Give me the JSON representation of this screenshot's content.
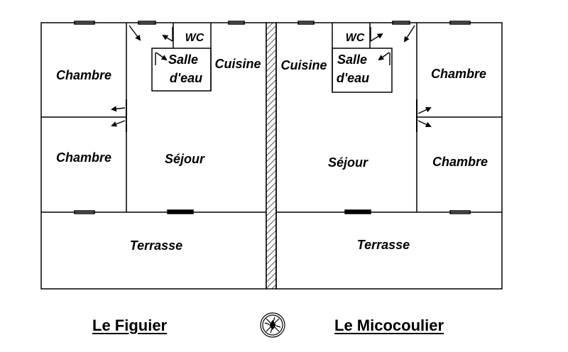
{
  "houses": {
    "left": {
      "name": "Le Figuier",
      "rooms": {
        "chambre_top": "Chambre",
        "chambre_bottom": "Chambre",
        "wc": "WC",
        "salle_deau_line1": "Salle",
        "salle_deau_line2": "d'eau",
        "cuisine": "Cuisine",
        "sejour": "Séjour",
        "terrasse": "Terrasse"
      }
    },
    "right": {
      "name": "Le Micocoulier",
      "rooms": {
        "chambre_top": "Chambre",
        "chambre_bottom": "Chambre",
        "wc": "WC",
        "salle_deau_line1": "Salle",
        "salle_deau_line2": "d'eau",
        "cuisine": "Cuisine",
        "sejour": "Séjour",
        "terrasse": "Terrasse"
      }
    }
  },
  "colors": {
    "lines": "#000000",
    "background": "#ffffff"
  },
  "icons": {
    "separating_wall": "hatched-wall",
    "center_symbol": "compass-rose-icon"
  }
}
